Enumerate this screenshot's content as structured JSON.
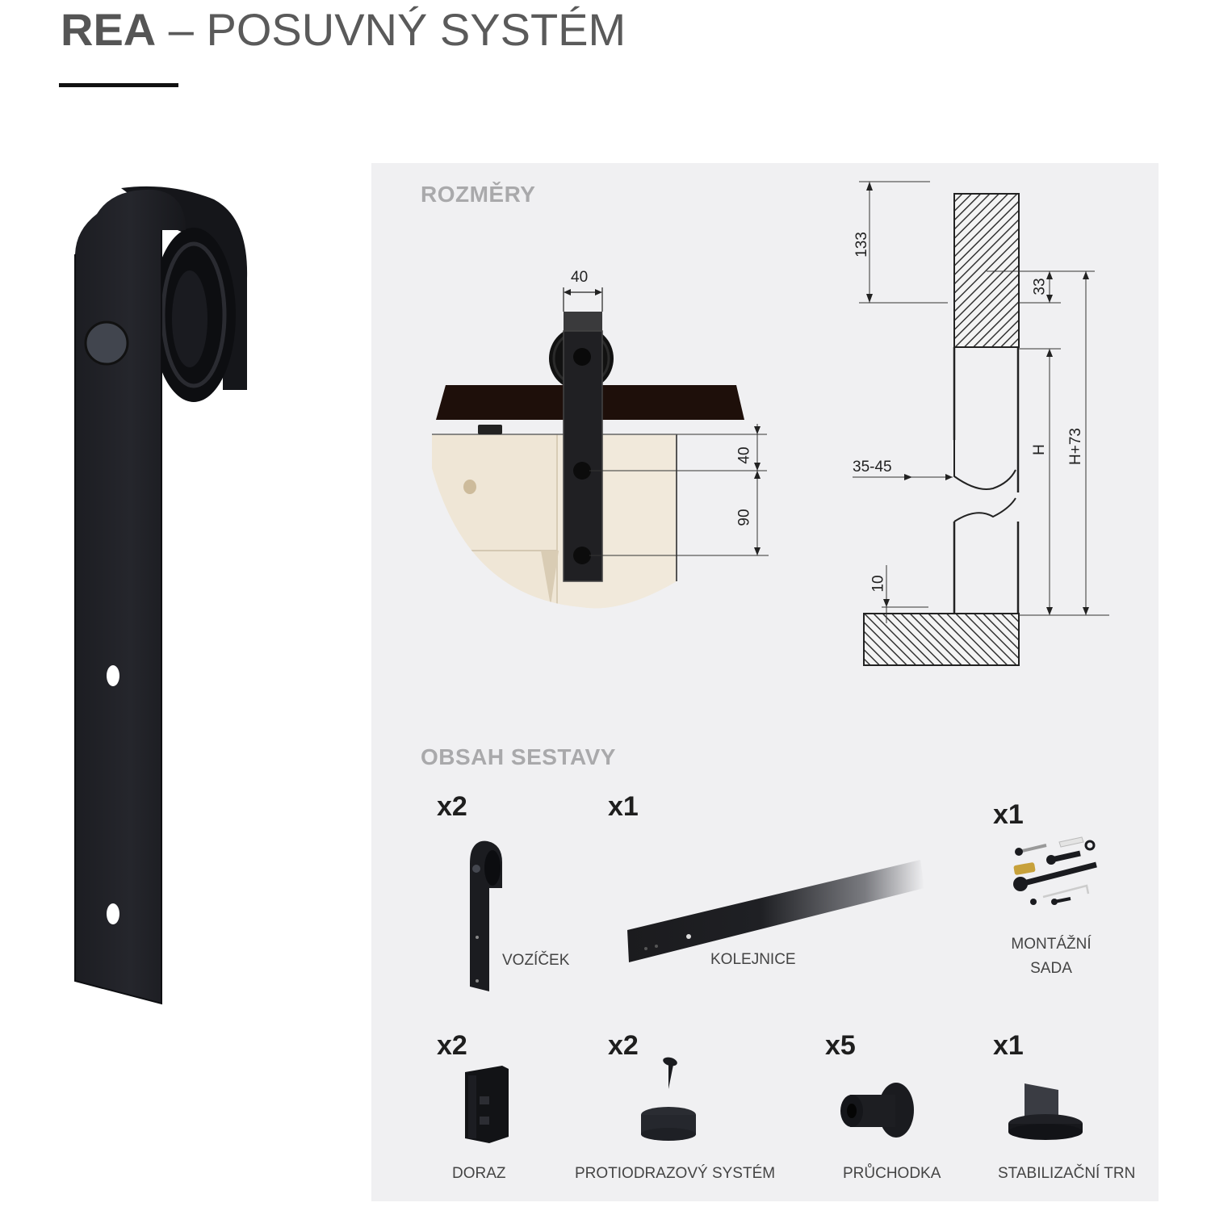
{
  "header": {
    "title_bold": "REA",
    "title_rest": " – POSUVNÝ SYSTÉM"
  },
  "hero": {
    "image": "sliding-door-hanger-icon"
  },
  "dimensions": {
    "heading": "ROZMĚRY",
    "front_view": {
      "width_label": "40",
      "top_offset_label": "40",
      "bolt_spacing_label": "90"
    },
    "side_view": {
      "top_height_label": "133",
      "rail_offset_label": "33",
      "door_thickness_label": "35-45",
      "door_height_label": "H",
      "total_height_label": "H+73",
      "floor_gap_label": "10"
    }
  },
  "kit": {
    "heading": "OBSAH SESTAVY",
    "items": [
      {
        "qty": "x2",
        "label": "VOZÍČEK",
        "icon": "trolley-hanger-icon"
      },
      {
        "qty": "x1",
        "label": "KOLEJNICE",
        "icon": "rail-icon"
      },
      {
        "qty": "x1",
        "label": "MONTÁŽNÍ",
        "label2": "SADA",
        "icon": "mounting-kit-icon"
      },
      {
        "qty": "x2",
        "label": "DORAZ",
        "icon": "stopper-icon"
      },
      {
        "qty": "x2",
        "label": "PROTIODRAZOVÝ SYSTÉM",
        "icon": "anti-bounce-icon"
      },
      {
        "qty": "x5",
        "label": "PRŮCHODKA",
        "icon": "bushing-icon"
      },
      {
        "qty": "x1",
        "label": "STABILIZAČNÍ TRN",
        "icon": "floor-guide-icon"
      }
    ]
  },
  "colors": {
    "panel_bg": "#f0f0f2",
    "heading_gray": "#a9a9ab",
    "hardware_black": "#1a1b1f",
    "wood": "#efe6d6"
  }
}
